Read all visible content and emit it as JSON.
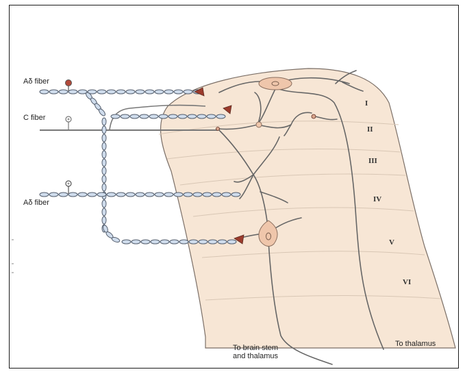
{
  "colors": {
    "tissue": "#f7e6d5",
    "lamina_line": "#d8c6b4",
    "outline": "#7a6e66",
    "fiber_fill": "#cfdcec",
    "fiber_stroke": "#555f6e",
    "neuron": "#efc6ab",
    "terminal": "#9c3b2c",
    "axon": "#666666"
  },
  "labels": {
    "fiber_top": "Aδ fiber",
    "fiber_c": "C fiber",
    "fiber_bottom": "Aδ fiber",
    "to_brainstem_line1": "To brain stem",
    "to_brainstem_line2": "and thalamus",
    "to_thalamus": "To thalamus"
  },
  "laminae": [
    "I",
    "II",
    "III",
    "IV",
    "V",
    "VI"
  ]
}
